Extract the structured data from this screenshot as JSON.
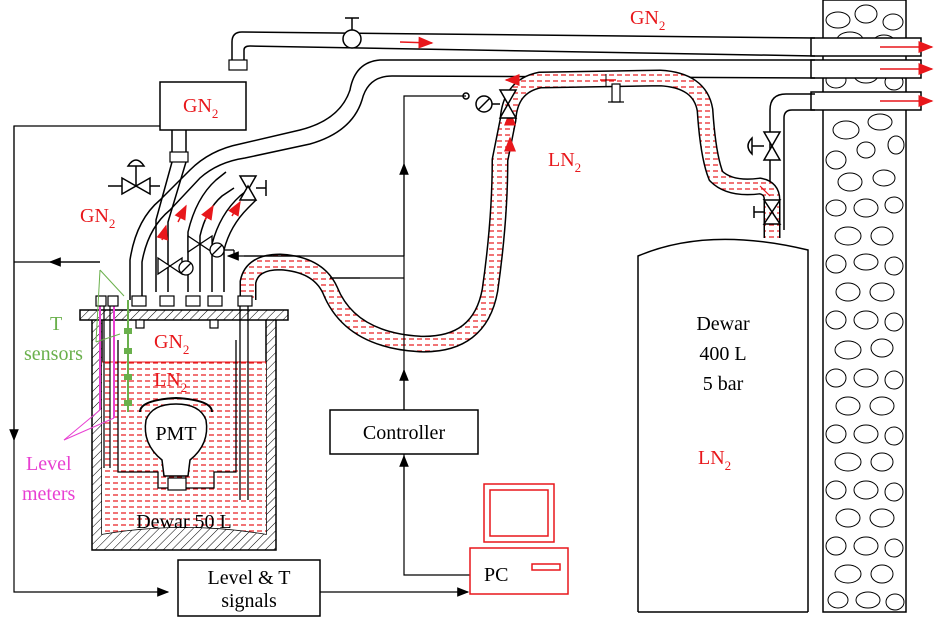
{
  "labels": {
    "gn2_top_right": "GN",
    "gn2_box": "GN",
    "gn2_left": "GN",
    "gn2_dewar": "GN",
    "ln2_mid": "LN",
    "ln2_dewar": "LN",
    "ln2_big": "LN",
    "subscript": "2",
    "t_sensors_line1": "T",
    "t_sensors_line2": "sensors",
    "level_meters_line1": "Level",
    "level_meters_line2": "meters",
    "pmt": "PMT",
    "dewar_small": "Dewar 50 L",
    "dewar_big_line1": "Dewar",
    "dewar_big_line2": "400 L",
    "dewar_big_line3": "5 bar",
    "controller": "Controller",
    "signals_line1": "Level & T",
    "signals_line2": "signals",
    "pc": "PC"
  },
  "colors": {
    "ln2_red": "#e8171b",
    "t_sensor_green": "#6ab04c",
    "level_meter_magenta": "#e83fd2",
    "line_black": "#000000"
  }
}
